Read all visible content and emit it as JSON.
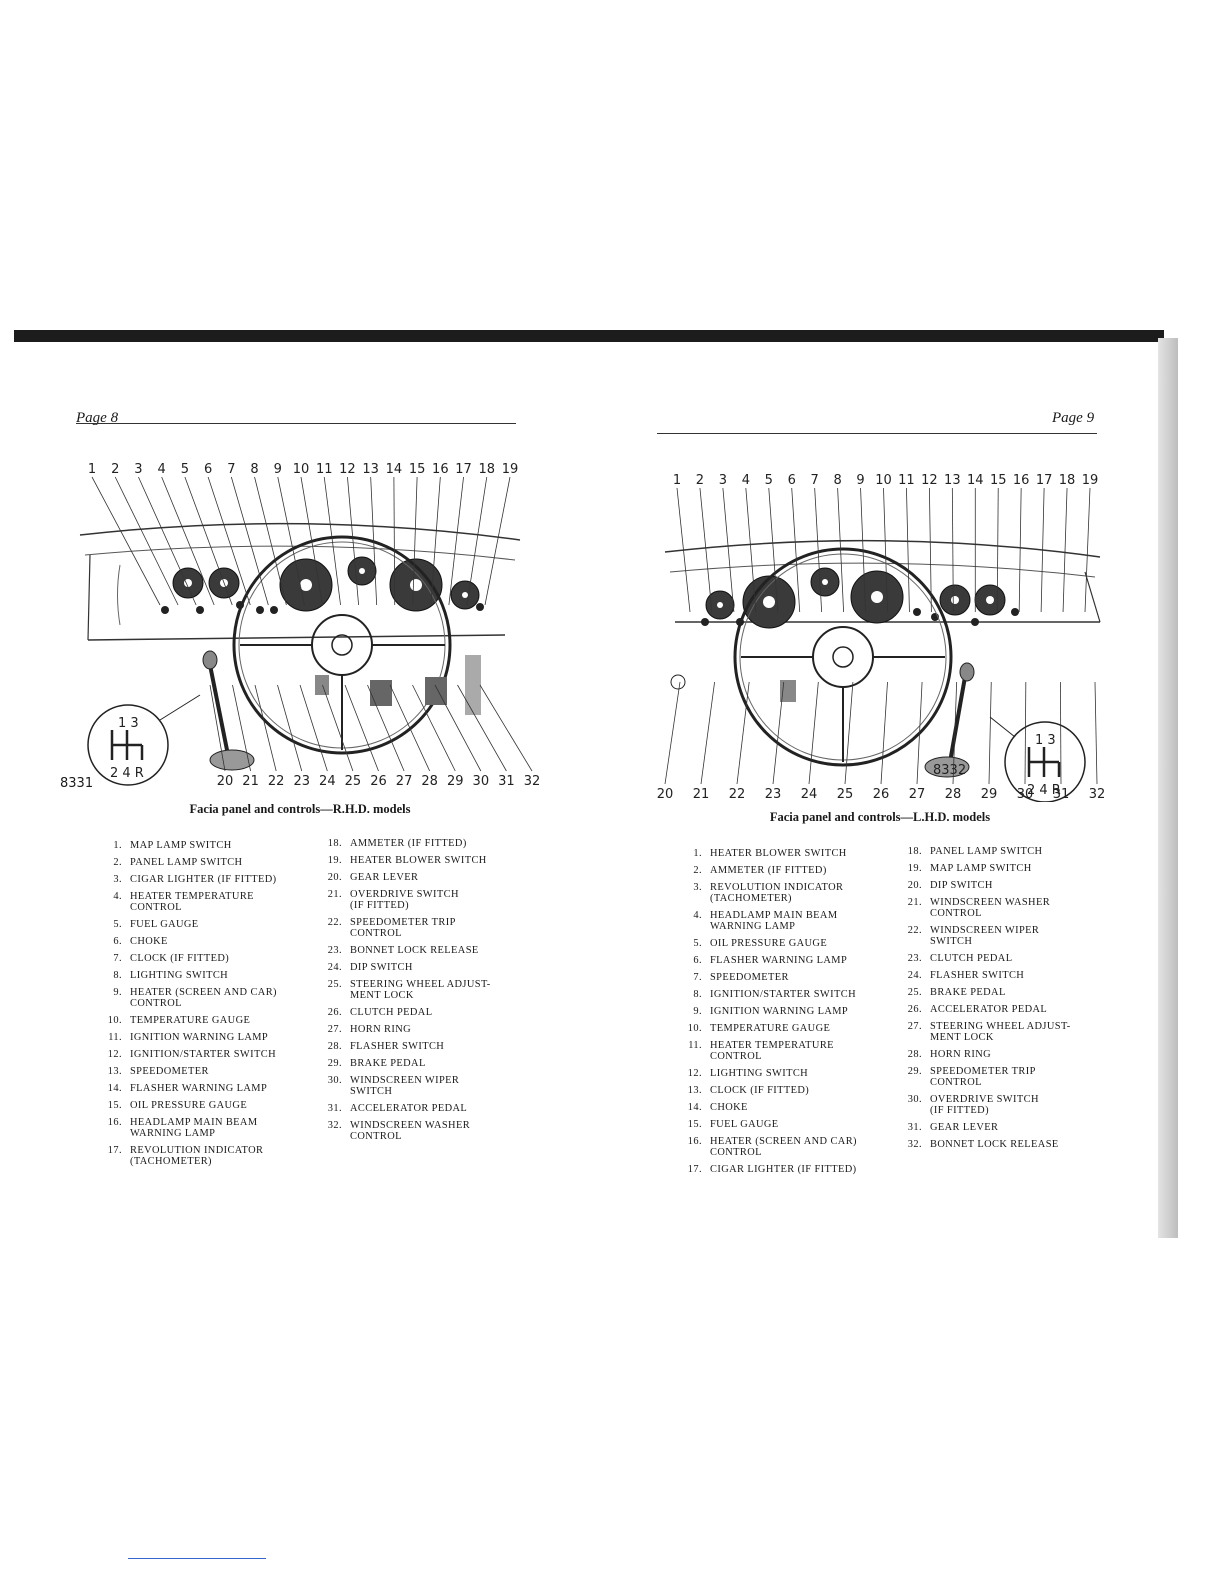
{
  "left_page": {
    "page_label": "Page 8",
    "figure_number": "8331",
    "caption": "Facia panel and controls—R.H.D. models",
    "callouts_top": [
      "1",
      "2",
      "3",
      "4",
      "5",
      "6",
      "7",
      "8",
      "9",
      "10",
      "11",
      "12",
      "13",
      "14",
      "15",
      "16",
      "17",
      "18",
      "19"
    ],
    "callouts_bottom": [
      "20",
      "21",
      "22",
      "23",
      "24",
      "25",
      "26",
      "27",
      "28",
      "29",
      "30",
      "31",
      "32"
    ],
    "gear_pattern": {
      "top": "1  3",
      "bottom": "2 4  R"
    },
    "legend_col1": [
      {
        "n": "1.",
        "t": "MAP LAMP SWITCH"
      },
      {
        "n": "2.",
        "t": "PANEL LAMP SWITCH"
      },
      {
        "n": "3.",
        "t": "CIGAR LIGHTER (IF FITTED)"
      },
      {
        "n": "4.",
        "t": "HEATER TEMPERATURE\n      CONTROL"
      },
      {
        "n": "5.",
        "t": "FUEL GAUGE"
      },
      {
        "n": "6.",
        "t": "CHOKE"
      },
      {
        "n": "7.",
        "t": "CLOCK (IF FITTED)"
      },
      {
        "n": "8.",
        "t": "LIGHTING SWITCH"
      },
      {
        "n": "9.",
        "t": "HEATER (SCREEN AND CAR)\n      CONTROL"
      },
      {
        "n": "10.",
        "t": "TEMPERATURE GAUGE"
      },
      {
        "n": "11.",
        "t": "IGNITION WARNING LAMP"
      },
      {
        "n": "12.",
        "t": "IGNITION/STARTER SWITCH"
      },
      {
        "n": "13.",
        "t": "SPEEDOMETER"
      },
      {
        "n": "14.",
        "t": "FLASHER WARNING LAMP"
      },
      {
        "n": "15.",
        "t": "OIL PRESSURE GAUGE"
      },
      {
        "n": "16.",
        "t": "HEADLAMP MAIN BEAM\n      WARNING LAMP"
      },
      {
        "n": "17.",
        "t": "REVOLUTION INDICATOR\n      (TACHOMETER)"
      }
    ],
    "legend_col2": [
      {
        "n": "18.",
        "t": "AMMETER (IF FITTED)"
      },
      {
        "n": "19.",
        "t": "HEATER BLOWER SWITCH"
      },
      {
        "n": "20.",
        "t": "GEAR LEVER"
      },
      {
        "n": "21.",
        "t": "OVERDRIVE SWITCH\n      (IF FITTED)"
      },
      {
        "n": "22.",
        "t": "SPEEDOMETER TRIP\n      CONTROL"
      },
      {
        "n": "23.",
        "t": "BONNET LOCK RELEASE"
      },
      {
        "n": "24.",
        "t": "DIP SWITCH"
      },
      {
        "n": "25.",
        "t": "STEERING WHEEL ADJUST-\n      MENT LOCK"
      },
      {
        "n": "26.",
        "t": "CLUTCH PEDAL"
      },
      {
        "n": "27.",
        "t": "HORN RING"
      },
      {
        "n": "28.",
        "t": "FLASHER SWITCH"
      },
      {
        "n": "29.",
        "t": "BRAKE PEDAL"
      },
      {
        "n": "30.",
        "t": "WINDSCREEN WIPER\n      SWITCH"
      },
      {
        "n": "31.",
        "t": "ACCELERATOR PEDAL"
      },
      {
        "n": "32.",
        "t": "WINDSCREEN WASHER\n      CONTROL"
      }
    ]
  },
  "right_page": {
    "page_label": "Page 9",
    "figure_number": "8332",
    "caption": "Facia panel and controls—L.H.D. models",
    "callouts_top": [
      "1",
      "2",
      "3",
      "4",
      "5",
      "6",
      "7",
      "8",
      "9",
      "10",
      "11",
      "12",
      "13",
      "14",
      "15",
      "16",
      "17",
      "18",
      "19"
    ],
    "callouts_bottom": [
      "20",
      "21",
      "22",
      "23",
      "24",
      "25",
      "26",
      "27",
      "28",
      "29",
      "30",
      "31",
      "32"
    ],
    "gear_pattern": {
      "top": "1  3",
      "bottom": "2 4  R"
    },
    "legend_col1": [
      {
        "n": "1.",
        "t": "HEATER BLOWER SWITCH"
      },
      {
        "n": "2.",
        "t": "AMMETER (IF FITTED)"
      },
      {
        "n": "3.",
        "t": "REVOLUTION INDICATOR\n      (TACHOMETER)"
      },
      {
        "n": "4.",
        "t": "HEADLAMP MAIN BEAM\n      WARNING LAMP"
      },
      {
        "n": "5.",
        "t": "OIL PRESSURE GAUGE"
      },
      {
        "n": "6.",
        "t": "FLASHER WARNING LAMP"
      },
      {
        "n": "7.",
        "t": "SPEEDOMETER"
      },
      {
        "n": "8.",
        "t": "IGNITION/STARTER SWITCH"
      },
      {
        "n": "9.",
        "t": "IGNITION WARNING LAMP"
      },
      {
        "n": "10.",
        "t": "TEMPERATURE GAUGE"
      },
      {
        "n": "11.",
        "t": "HEATER TEMPERATURE\n      CONTROL"
      },
      {
        "n": "12.",
        "t": "LIGHTING SWITCH"
      },
      {
        "n": "13.",
        "t": "CLOCK (IF FITTED)"
      },
      {
        "n": "14.",
        "t": "CHOKE"
      },
      {
        "n": "15.",
        "t": "FUEL GAUGE"
      },
      {
        "n": "16.",
        "t": "HEATER (SCREEN AND CAR)\n      CONTROL"
      },
      {
        "n": "17.",
        "t": "CIGAR LIGHTER (IF FITTED)"
      }
    ],
    "legend_col2": [
      {
        "n": "18.",
        "t": "PANEL LAMP SWITCH"
      },
      {
        "n": "19.",
        "t": "MAP LAMP SWITCH"
      },
      {
        "n": "20.",
        "t": "DIP SWITCH"
      },
      {
        "n": "21.",
        "t": "WINDSCREEN WASHER\n      CONTROL"
      },
      {
        "n": "22.",
        "t": "WINDSCREEN WIPER\n      SWITCH"
      },
      {
        "n": "23.",
        "t": "CLUTCH PEDAL"
      },
      {
        "n": "24.",
        "t": "FLASHER SWITCH"
      },
      {
        "n": "25.",
        "t": "BRAKE PEDAL"
      },
      {
        "n": "26.",
        "t": "ACCELERATOR PEDAL"
      },
      {
        "n": "27.",
        "t": "STEERING WHEEL ADJUST-\n      MENT LOCK"
      },
      {
        "n": "28.",
        "t": "HORN RING"
      },
      {
        "n": "29.",
        "t": "SPEEDOMETER TRIP\n      CONTROL"
      },
      {
        "n": "30.",
        "t": "OVERDRIVE SWITCH\n      (IF FITTED)"
      },
      {
        "n": "31.",
        "t": "GEAR LEVER"
      },
      {
        "n": "32.",
        "t": "BONNET LOCK RELEASE"
      }
    ]
  }
}
